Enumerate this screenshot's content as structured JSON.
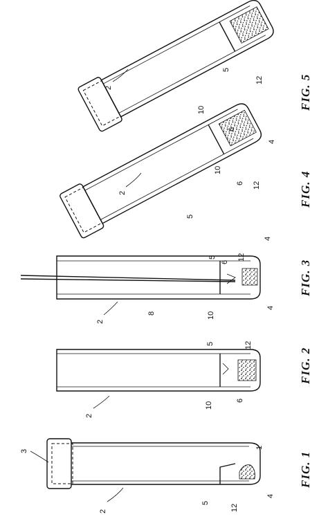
{
  "figures": [
    {
      "caption": "FIG. 1",
      "labels": {
        "device": "2",
        "cap": "3",
        "end": "4",
        "divider": "5",
        "sample": "12",
        "top": "1"
      }
    },
    {
      "caption": "FIG. 2",
      "labels": {
        "device": "2",
        "divider": "5",
        "chamber": "6",
        "seal": "10",
        "sample": "12"
      }
    },
    {
      "caption": "FIG. 3",
      "labels": {
        "device": "2",
        "end": "4",
        "divider": "5",
        "chamber": "6",
        "rod": "8",
        "seal": "10",
        "sample": "12"
      }
    },
    {
      "caption": "FIG. 4",
      "labels": {
        "device": "2",
        "end": "4",
        "divider": "5",
        "chamber": "6",
        "seal": "10",
        "sample": "12"
      }
    },
    {
      "caption": "FIG. 5",
      "labels": {
        "device": "2",
        "end": "4",
        "divider": "5",
        "chamber": "6",
        "seal": "10",
        "sample": "12"
      }
    }
  ]
}
